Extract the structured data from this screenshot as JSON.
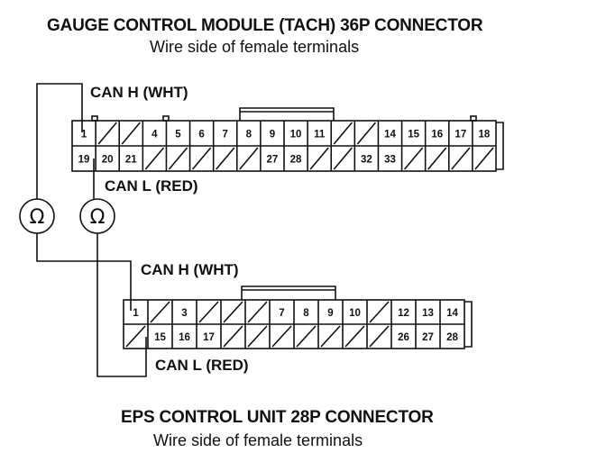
{
  "gauge": {
    "title": "GAUGE CONTROL MODULE (TACH) 36P CONNECTOR",
    "subtitle": "Wire side of female terminals",
    "can_h_label": "CAN H (WHT)",
    "can_l_label": "CAN L (RED)",
    "top_row": [
      "1",
      "",
      "",
      "4",
      "5",
      "6",
      "7",
      "8",
      "9",
      "10",
      "11",
      "",
      "",
      "14",
      "15",
      "16",
      "17",
      "18"
    ],
    "bottom_row": [
      "19",
      "20",
      "21",
      "",
      "",
      "",
      "",
      "",
      "27",
      "28",
      "",
      "",
      "32",
      "33",
      "",
      "",
      "",
      ""
    ]
  },
  "eps": {
    "title": "EPS CONTROL UNIT 28P CONNECTOR",
    "subtitle": "Wire side of female terminals",
    "can_h_label": "CAN H (WHT)",
    "can_l_label": "CAN L (RED)",
    "top_row": [
      "1",
      "",
      "3",
      "",
      "",
      "",
      "7",
      "8",
      "9",
      "10",
      "",
      "12",
      "13",
      "14"
    ],
    "bottom_row": [
      "",
      "15",
      "16",
      "17",
      "",
      "",
      "",
      "",
      "",
      "",
      "",
      "26",
      "27",
      "28"
    ]
  },
  "meters": {
    "symbol": "Ω"
  }
}
